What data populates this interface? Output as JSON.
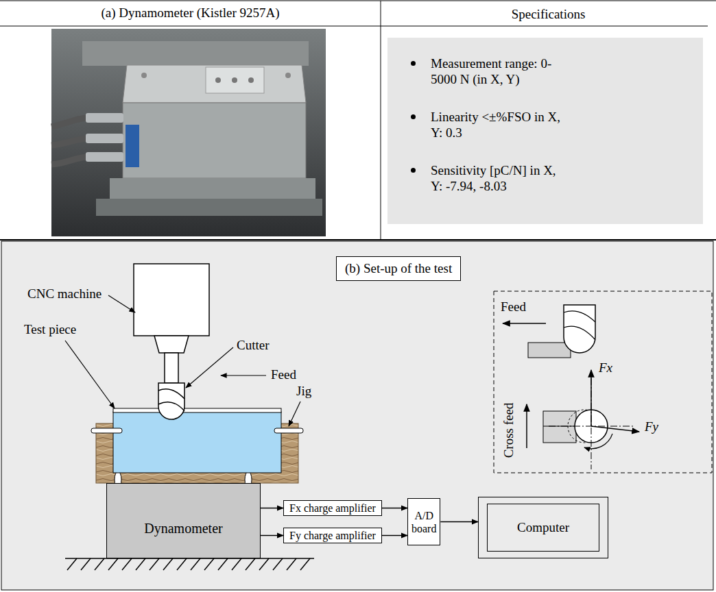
{
  "diagram": {
    "nodes": [
      {
        "text": [
          "(a) Dynamometer (Kistler 9257A)"
        ]
      },
      {
        "text": [
          "Specifications"
        ]
      },
      {
        "text": [
          "Measurement range: 0-5000 N (in X, Y)",
          "Linearity <±%FSO in X, Y: 0.3",
          "Sensitivity [pC/N] in X, Y: -7.94, -8.03"
        ]
      },
      {
        "text": [
          "(b) Set-up of the test"
        ]
      },
      {
        "text": [
          "Dynamometer"
        ]
      },
      {
        "text": [
          "Fx charge amplifier"
        ]
      },
      {
        "text": [
          "Fy charge amplifier"
        ]
      },
      {
        "text": [
          "A/D board"
        ]
      },
      {
        "text": [
          "Computer"
        ]
      }
    ],
    "edges": [
      {
        "from": 4,
        "to": 5,
        "arrow": "to"
      },
      {
        "from": 4,
        "to": 6,
        "arrow": "to"
      },
      {
        "from": 5,
        "to": 7,
        "arrow": "to"
      },
      {
        "from": 6,
        "to": 7,
        "arrow": "to"
      },
      {
        "from": 7,
        "to": 8,
        "arrow": "to"
      }
    ],
    "labels": [
      "CNC machine",
      "Test piece",
      "Cutter",
      "Feed",
      "Jig",
      "Feed",
      "Cross feed",
      "Fx",
      "Fy"
    ]
  }
}
